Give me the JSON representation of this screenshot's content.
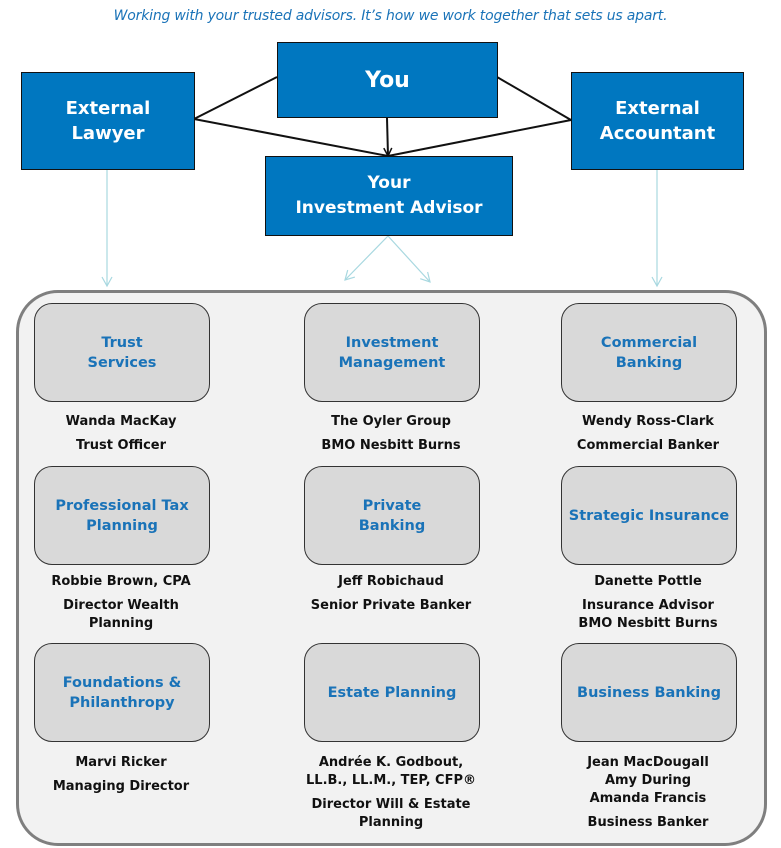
{
  "tagline": "Working with your trusted advisors. It’s how we work together that sets us apart.",
  "colors": {
    "primary_blue": "#0077c0",
    "title_blue": "#1a73b8",
    "service_fill": "#d9d9d9",
    "container_fill": "#f2f2f2",
    "container_border": "#7f7f7f",
    "light_arrow": "#a8d8e0"
  },
  "top_nodes": {
    "you": "You",
    "lawyer": "External\nLawyer",
    "accountant": "External\nAccountant",
    "advisor": "Your\nInvestment Advisor"
  },
  "services": [
    {
      "title": "Trust\nServices",
      "name": "Wanda MacKay",
      "role": "Trust Officer"
    },
    {
      "title": "Investment\nManagement",
      "name": "The Oyler Group",
      "role": "BMO Nesbitt Burns"
    },
    {
      "title": "Commercial\nBanking",
      "name": "Wendy Ross-Clark",
      "role": "Commercial Banker"
    },
    {
      "title": "Professional Tax\nPlanning",
      "name": "Robbie Brown, CPA",
      "role": "Director Wealth\nPlanning"
    },
    {
      "title": "Private\nBanking",
      "name": "Jeff Robichaud",
      "role": "Senior Private Banker"
    },
    {
      "title": "Strategic Insurance",
      "name": "Danette Pottle",
      "role": "Insurance Advisor\nBMO Nesbitt Burns"
    },
    {
      "title": "Foundations &\nPhilanthropy",
      "name": "Marvi Ricker",
      "role": "Managing Director"
    },
    {
      "title": "Estate Planning",
      "name": "Andrée K. Godbout,\nLL.B., LL.M., TEP, CFP®",
      "role": "Director Will & Estate\nPlanning"
    },
    {
      "title": "Business Banking",
      "name": "Jean MacDougall\nAmy During\nAmanda Francis",
      "role": "Business Banker"
    }
  ]
}
